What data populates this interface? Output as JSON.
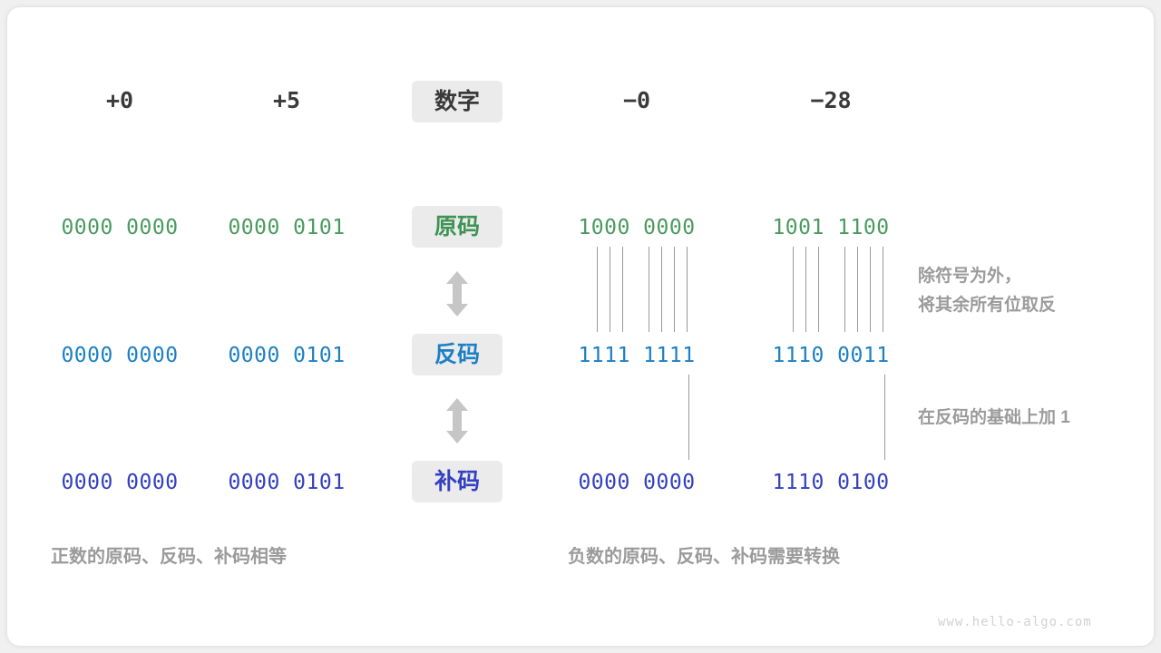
{
  "meta": {
    "watermark": "www.hello-algo.com"
  },
  "columns": {
    "headers": [
      "+0",
      "+5",
      "− 0",
      "−0"
    ],
    "positive": [
      "+0",
      "+5"
    ],
    "negative": [
      "−0",
      "−28"
    ],
    "row_header_label": "数字"
  },
  "rows": [
    {
      "label": "原码",
      "color": "#3f9355",
      "values": {
        "plus0": "0000 0000",
        "plus5": "0000 0101",
        "minus0": "1000 0000",
        "minus28": "1001 1100"
      }
    },
    {
      "label": "反码",
      "color": "#1d80c4",
      "values": {
        "plus0": "0000 0000",
        "plus5": "0000 0101",
        "minus0": "1111 1111",
        "minus28": "1110 0011"
      }
    },
    {
      "label": "补码",
      "color": "#3340c0",
      "values": {
        "plus0": "0000 0000",
        "plus5": "0000 0101",
        "minus0": "0000 0000",
        "minus28": "1110 0100"
      }
    }
  ],
  "notes": {
    "invert": "除符号为外，\n将其余所有位取反",
    "add_one": "在反码的基础上加  1"
  },
  "captions": {
    "left": "正数的原码、反码、补码相等",
    "right": "负数的原码、反码、补码需要转换"
  },
  "colors": {
    "sign_magnitude": "#3f9355",
    "ones_complement": "#1d80c4",
    "twos_complement": "#3340c0",
    "note_grey": "#9b9b9b",
    "pill_bg": "#ebebeb",
    "connector": "#9a9a9a"
  }
}
